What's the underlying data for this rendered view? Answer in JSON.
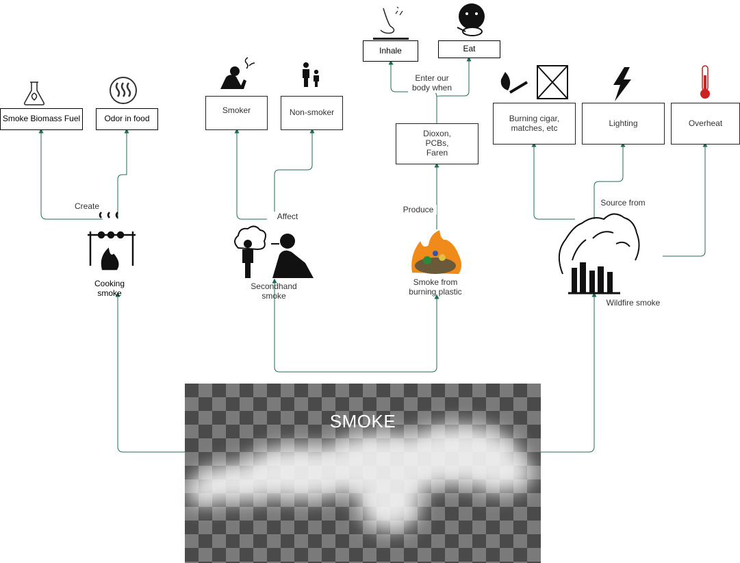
{
  "center": {
    "title": "SMOKE"
  },
  "nodes": {
    "cooking": "Cooking\nsmoke",
    "secondhand": "Secondhand\nsmoke",
    "plastic": "Smoke from\nburning plastic",
    "wildfire": "Wildfire smoke"
  },
  "boxes": {
    "biomass": "Smoke Biomass Fuel",
    "odor": "Odor in food",
    "smoker": "Smoker",
    "nonsmoker": "Non-smoker",
    "dioxin": "Dioxon,\nPCBs,\nFaren",
    "inhale": "Inhale",
    "eat": "Eat",
    "burning": "Burning cigar,\nmatches, etc",
    "lighting": "Lighting",
    "overheat": "Overheat"
  },
  "edge_labels": {
    "create": "Create",
    "affect": "Affect",
    "produce": "Produce",
    "enter": "Enter our\nbody when",
    "source": "Source from"
  },
  "icons": [
    "flask-leaf-icon",
    "steam-icon",
    "smoker-icon",
    "parent-child-icon",
    "nose-icon",
    "eating-face-icon",
    "match-icon",
    "crossed-box-icon",
    "lightning-icon",
    "thermometer-icon",
    "campfire-icon",
    "secondhand-smoke-icon",
    "burning-waste-icon",
    "wildfire-icon",
    "smoke-cloud-image"
  ],
  "colors": {
    "connector": "#1b6b5a",
    "checker_dark": "#4a4a4a",
    "checker_light": "#7a7a7a"
  }
}
